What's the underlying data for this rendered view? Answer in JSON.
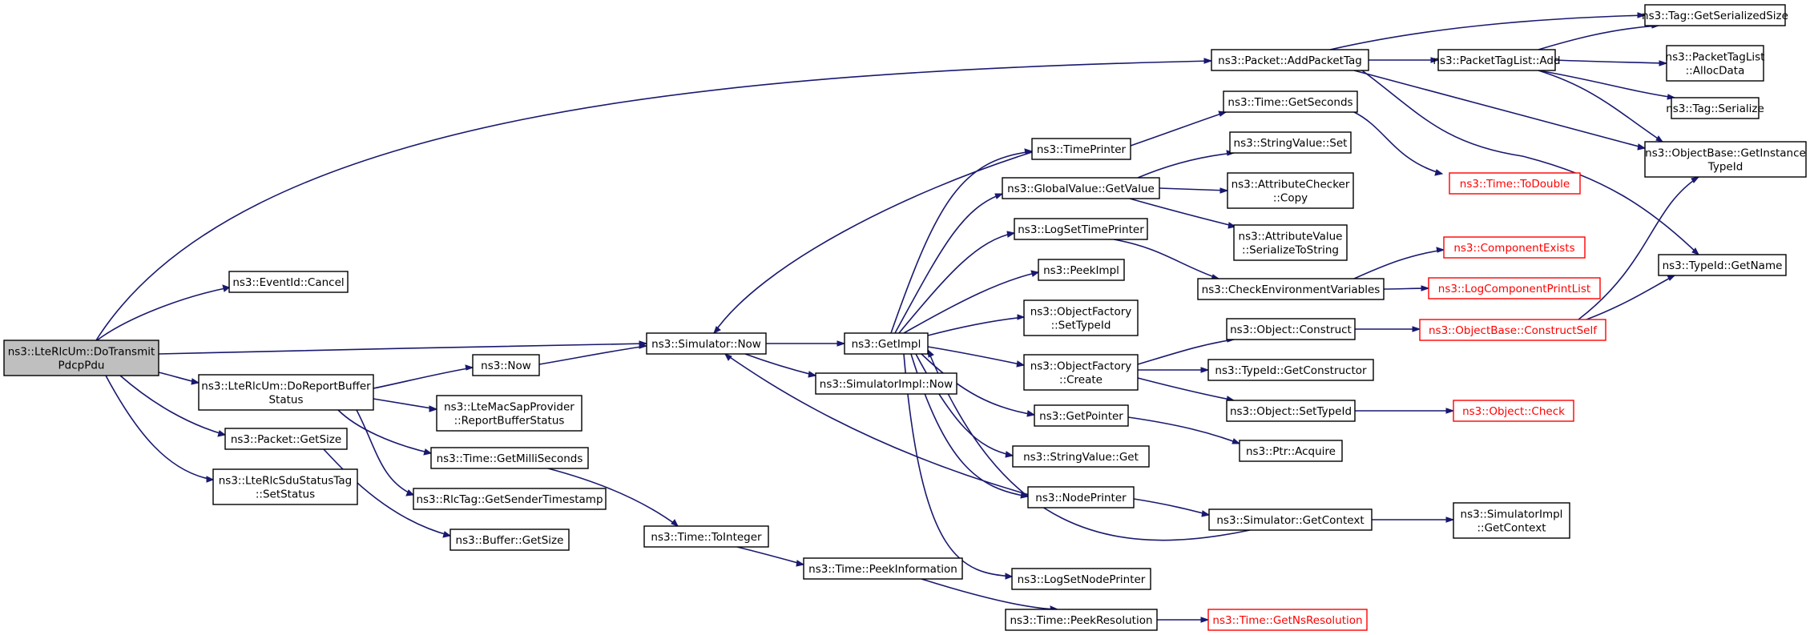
{
  "colors": {
    "edge": "#191970",
    "root_fill": "#bfbfbf",
    "external": "#ff0000"
  },
  "nodes": {
    "root": [
      "ns3::LteRlcUm::DoTransmit",
      "PdcpPdu"
    ],
    "cancel": [
      "ns3::EventId::Cancel"
    ],
    "doreport": [
      "ns3::LteRlcUm::DoReportBuffer",
      "Status"
    ],
    "getsize": [
      "ns3::Packet::GetSize"
    ],
    "sdustatus": [
      "ns3::LteRlcSduStatusTag",
      "::SetStatus"
    ],
    "now": [
      "ns3::Now"
    ],
    "macsap": [
      "ns3::LteMacSapProvider",
      "::ReportBufferStatus"
    ],
    "getmilli": [
      "ns3::Time::GetMilliSeconds"
    ],
    "rlctag": [
      "ns3::RlcTag::GetSenderTimestamp"
    ],
    "buffer": [
      "ns3::Buffer::GetSize"
    ],
    "simnow": [
      "ns3::Simulator::Now"
    ],
    "tointeger": [
      "ns3::Time::ToInteger"
    ],
    "getimpl": [
      "ns3::GetImpl"
    ],
    "simimplnow": [
      "ns3::SimulatorImpl::Now"
    ],
    "peekinfo": [
      "ns3::Time::PeekInformation"
    ],
    "timeprinter": [
      "ns3::TimePrinter"
    ],
    "gvget": [
      "ns3::GlobalValue::GetValue"
    ],
    "logsettime": [
      "ns3::LogSetTimePrinter"
    ],
    "peekimpl": [
      "ns3::PeekImpl"
    ],
    "ofsettype": [
      "ns3::ObjectFactory",
      "::SetTypeId"
    ],
    "ofcreate": [
      "ns3::ObjectFactory",
      "::Create"
    ],
    "getpointer": [
      "ns3::GetPointer"
    ],
    "svget": [
      "ns3::StringValue::Get"
    ],
    "nodeprinter": [
      "ns3::NodePrinter"
    ],
    "logsetnode": [
      "ns3::LogSetNodePrinter"
    ],
    "peekres": [
      "ns3::Time::PeekResolution"
    ],
    "getsecs": [
      "ns3::Time::GetSeconds"
    ],
    "svset": [
      "ns3::StringValue::Set"
    ],
    "acopy": [
      "ns3::AttributeChecker",
      "::Copy"
    ],
    "aser": [
      "ns3::AttributeValue",
      "::SerializeToString"
    ],
    "checkenv": [
      "ns3::CheckEnvironmentVariables"
    ],
    "objconstruct": [
      "ns3::Object::Construct"
    ],
    "getctor": [
      "ns3::TypeId::GetConstructor"
    ],
    "objsettype": [
      "ns3::Object::SetTypeId"
    ],
    "ptracq": [
      "ns3::Ptr::Acquire"
    ],
    "simctx": [
      "ns3::Simulator::GetContext"
    ],
    "getns": [
      "ns3::Time::GetNsResolution"
    ],
    "addtag": [
      "ns3::Packet::AddPacketTag"
    ],
    "todouble": [
      "ns3::Time::ToDouble"
    ],
    "compexists": [
      "ns3::ComponentExists"
    ],
    "logcomplist": [
      "ns3::LogComponentPrintList"
    ],
    "constructself": [
      "ns3::ObjectBase::ConstructSelf"
    ],
    "objcheck": [
      "ns3::Object::Check"
    ],
    "simimplctx": [
      "ns3::SimulatorImpl",
      "::GetContext"
    ],
    "ptladd": [
      "ns3::PacketTagList::Add"
    ],
    "tagsize": [
      "ns3::Tag::GetSerializedSize"
    ],
    "ptlalloc": [
      "ns3::PacketTagList",
      "::AllocData"
    ],
    "tagser": [
      "ns3::Tag::Serialize"
    ],
    "getinst": [
      "ns3::ObjectBase::GetInstance",
      "TypeId"
    ],
    "getname": [
      "ns3::TypeId::GetName"
    ]
  }
}
